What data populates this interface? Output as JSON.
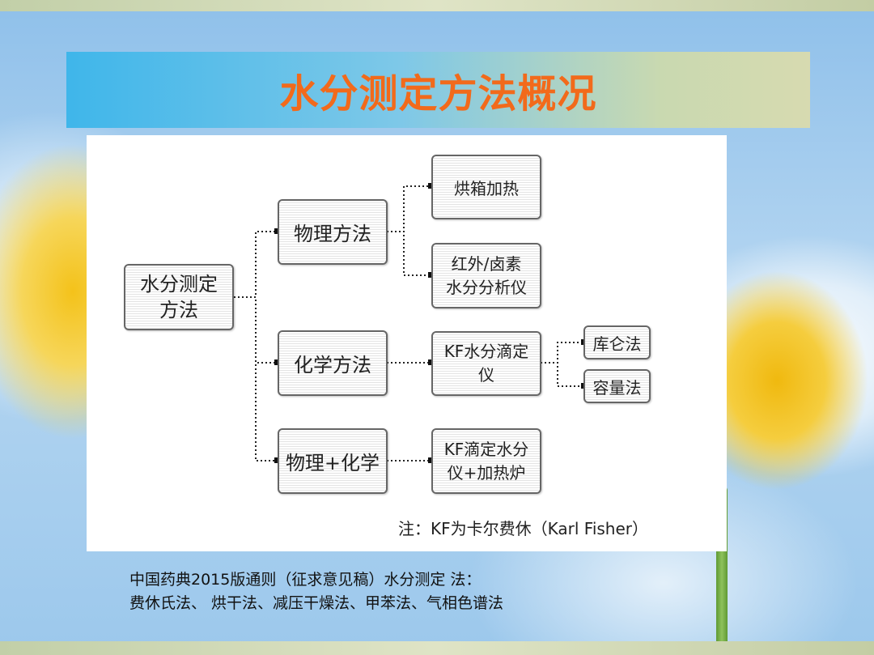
{
  "title": "水分测定方法概况",
  "diagram": {
    "root": "水分测定方法",
    "branches": {
      "physical": "物理方法",
      "chemical": "化学方法",
      "combined": "物理+化学"
    },
    "leaves": {
      "oven": "烘箱加热",
      "infrared": "红外/卤素水分分析仪",
      "kf_titrator": "KF水分滴定仪",
      "coulometric": "库仑法",
      "volumetric": "容量法",
      "kf_oven": "KF滴定水分仪+加热炉"
    },
    "note": "注：KF为卡尔费休（Karl Fisher）"
  },
  "caption": {
    "line1": "中国药典2015版通则（征求意见稿）水分测定 法：",
    "line2": "费休氏法、 烘干法、减压干燥法、甲苯法、气相色谱法"
  }
}
